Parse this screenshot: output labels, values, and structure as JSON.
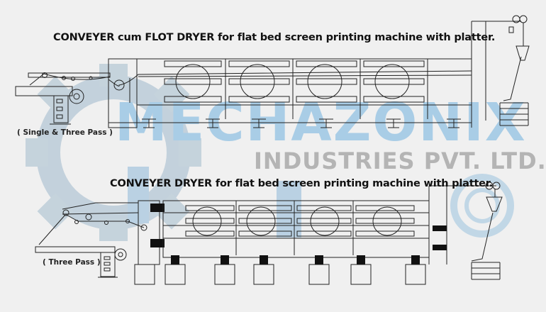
{
  "watermark": {
    "brand": "MECHAZONIX",
    "subtitle": "INDUSTRIES PVT. LTD.",
    "brand_color": "#a9cde6",
    "subtitle_color": "#b4b4b4"
  },
  "diagrams": [
    {
      "title": "CONVEYER cum FLOT DRYER for flat bed screen printing machine with platter.",
      "caption": "( Single & Three Pass )"
    },
    {
      "title": "CONVEYER DRYER for flat bed screen printing machine with platter.",
      "caption": "( Three Pass )"
    }
  ]
}
